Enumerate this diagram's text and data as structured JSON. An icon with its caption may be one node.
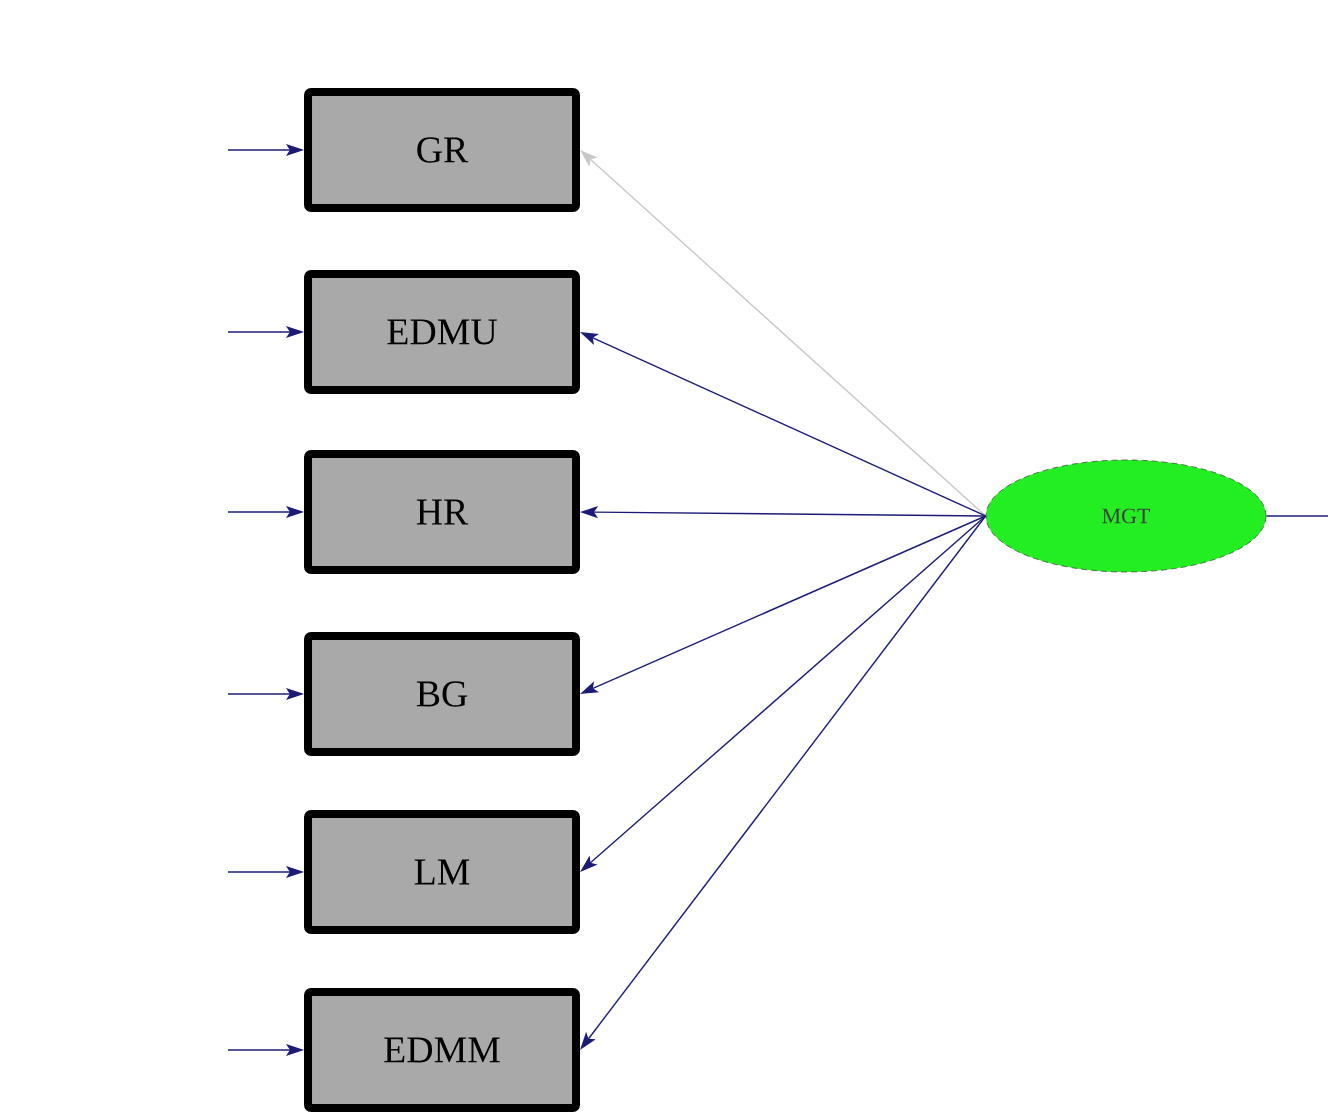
{
  "diagram": {
    "nodes": [
      {
        "text": [
          "GR"
        ]
      },
      {
        "text": [
          "EDMU"
        ]
      },
      {
        "text": [
          "HR"
        ]
      },
      {
        "text": [
          "BG"
        ]
      },
      {
        "text": [
          "LM"
        ]
      },
      {
        "text": [
          "EDMM"
        ]
      },
      {
        "text": [
          "MGT"
        ]
      }
    ],
    "edges": [
      {
        "from": null,
        "to": 0,
        "arrow": "to"
      },
      {
        "from": null,
        "to": 1,
        "arrow": "to"
      },
      {
        "from": null,
        "to": 2,
        "arrow": "to"
      },
      {
        "from": null,
        "to": 3,
        "arrow": "to"
      },
      {
        "from": null,
        "to": 4,
        "arrow": "to"
      },
      {
        "from": null,
        "to": 5,
        "arrow": "to"
      },
      {
        "from": 6,
        "to": 0,
        "arrow": "to",
        "color": "#c8c8c8"
      },
      {
        "from": 6,
        "to": 1,
        "arrow": "to"
      },
      {
        "from": 6,
        "to": 2,
        "arrow": "to"
      },
      {
        "from": 6,
        "to": 3,
        "arrow": "to"
      },
      {
        "from": 6,
        "to": 4,
        "arrow": "to"
      },
      {
        "from": 6,
        "to": 5,
        "arrow": "to"
      },
      {
        "from": 6,
        "to": null,
        "arrow": "none"
      }
    ]
  }
}
